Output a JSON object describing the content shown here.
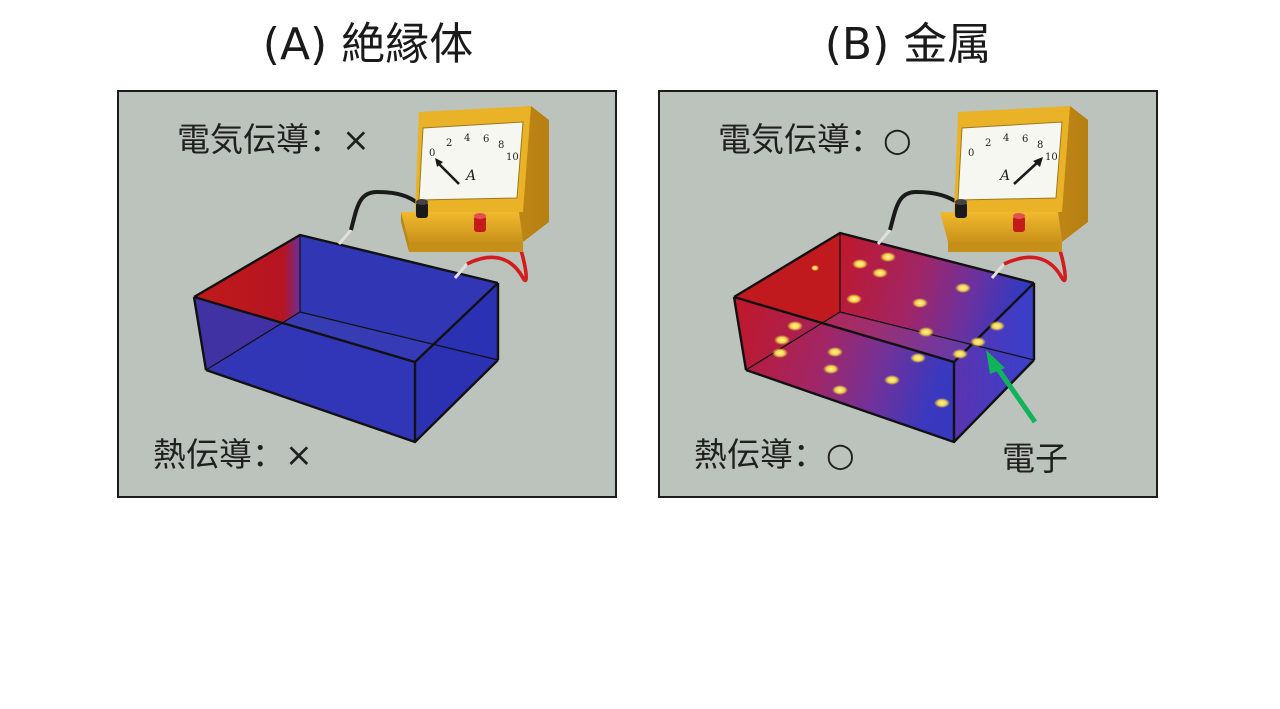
{
  "panels": [
    {
      "title": "(A) 絶縁体",
      "electric_conduction": "電気伝導：×",
      "thermal_conduction": "熱伝導：×"
    },
    {
      "title": "(B) 金属",
      "electric_conduction": "電気伝導：○",
      "thermal_conduction": "熱伝導：○",
      "electron_label": "電子"
    }
  ],
  "ammeter": {
    "unit": "A",
    "scale": [
      "0",
      "2",
      "4",
      "6",
      "8",
      "10"
    ],
    "reading_a": 0,
    "reading_b": 8
  },
  "colors": {
    "hot": "#c81818",
    "cold": "#2e33b8",
    "electron": "#f2d447",
    "arrow": "#11b35a",
    "meter_body": "#d9a621",
    "background": "#bcc3bd"
  }
}
